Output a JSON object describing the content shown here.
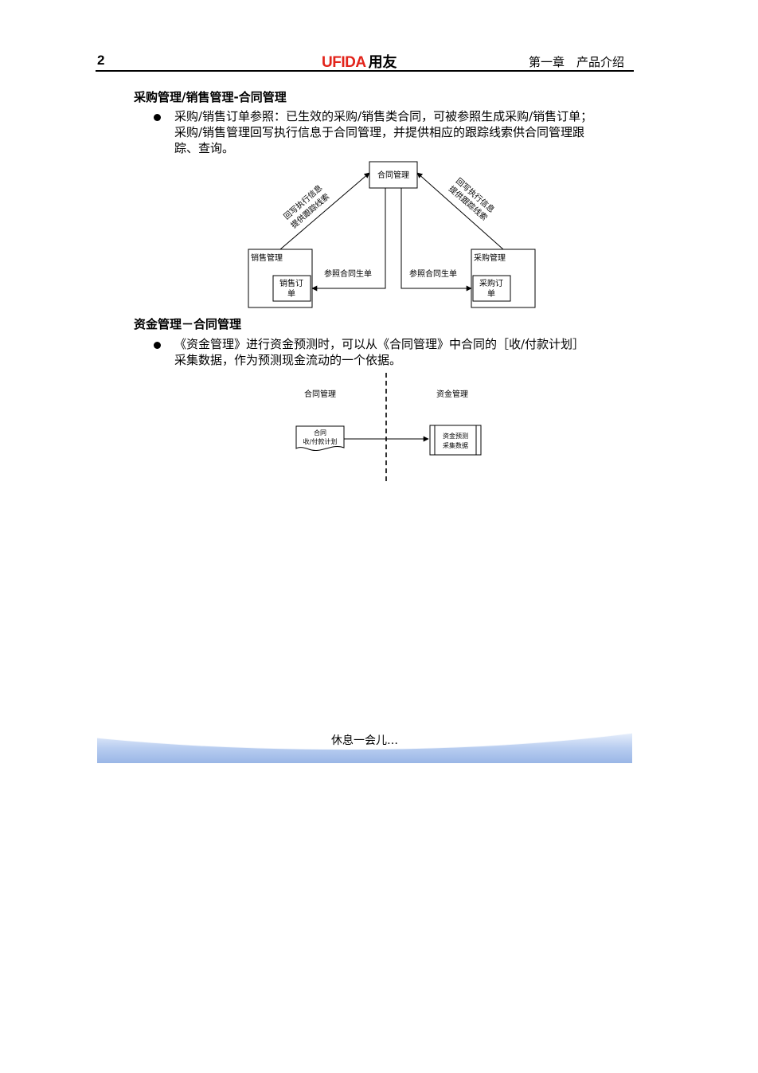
{
  "header": {
    "page_number": "2",
    "logo_latin": "UFIDA",
    "logo_cn": "用友",
    "chapter": "第一章　产品介绍"
  },
  "section1": {
    "heading": "采购管理/销售管理-合同管理",
    "lines": [
      "采购/销售订单参照：已生效的采购/销售类合同，可被参照生成采购/销售订单；",
      "采购/销售管理回写执行信息于合同管理，并提供相应的跟踪线索供合同管理跟",
      "踪、查询。"
    ],
    "diagram": {
      "center_box": "合同管理",
      "left_box": "销售管理",
      "left_inner_line1": "销售订",
      "left_inner_line2": "单",
      "right_box": "采购管理",
      "right_inner_line1": "采购订",
      "right_inner_line2": "单",
      "left_diag_line1": "回写执行信息",
      "left_diag_line2": "提供跟踪线索",
      "right_diag_line1": "回写执行信息",
      "right_diag_line2": "提供跟踪线索",
      "left_ref_label": "参照合同生单",
      "right_ref_label": "参照合同生单"
    }
  },
  "section2": {
    "heading": "资金管理－合同管理",
    "lines": [
      "《资金管理》进行资金预测时，可以从《合同管理》中合同的［收/付款计划］",
      "采集数据，作为预测现金流动的一个依据。"
    ],
    "diagram": {
      "left_title": "合同管理",
      "right_title": "资金管理",
      "doc_line1": "合同",
      "doc_line2": "收/付款计划",
      "proc_line1": "资金预测",
      "proc_line2": "采集数据"
    }
  },
  "footer": {
    "rest_text": "休息一会儿…"
  }
}
